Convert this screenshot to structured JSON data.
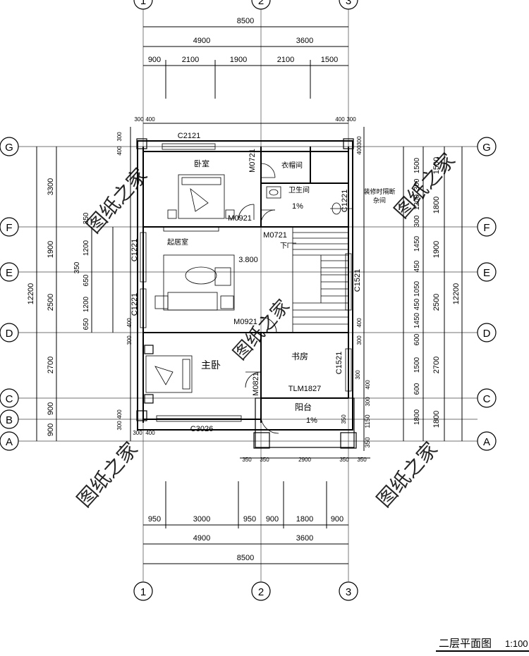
{
  "title": "二层平面图",
  "scale": "1:100",
  "watermark": "图纸之家",
  "grid_axes": {
    "vertical": [
      "1",
      "2",
      "3"
    ],
    "horizontal": [
      "G",
      "F",
      "E",
      "D",
      "C",
      "B",
      "A"
    ]
  },
  "dims_top": {
    "overall": "8500",
    "sub": [
      "4900",
      "3600"
    ],
    "detail": [
      "900",
      "2100",
      "1900",
      "2100",
      "1500"
    ],
    "small_left": [
      "300",
      "400"
    ],
    "small_right": [
      "400",
      "300"
    ]
  },
  "dims_bottom": {
    "overall": "8500",
    "sub": [
      "4900",
      "3600"
    ],
    "detail": [
      "950",
      "3000",
      "950",
      "900",
      "1800",
      "900"
    ],
    "balcony": [
      "350",
      "350",
      "2900",
      "350",
      "350"
    ],
    "small_left": [
      "300",
      "400"
    ]
  },
  "dims_left": {
    "overall": "12200",
    "sub": [
      "3300",
      "1900",
      "2500",
      "2700",
      "900",
      "900"
    ],
    "detail": [
      "350",
      "1200",
      "350",
      "650",
      "1200",
      "650"
    ],
    "small": [
      "300",
      "400",
      "400",
      "300",
      "300",
      "400"
    ]
  },
  "dims_right": {
    "overall": "12200",
    "sub": [
      "1500",
      "1800",
      "1900",
      "2500",
      "2700",
      "1800"
    ],
    "detail": [
      "1500",
      "300",
      "1200",
      "300",
      "1450",
      "450",
      "1050",
      "450",
      "1450",
      "600",
      "1500",
      "600",
      "1800",
      "1150",
      "350"
    ],
    "small": [
      "400",
      "300",
      "400",
      "300",
      "400",
      "300",
      "300",
      "350"
    ]
  },
  "rooms": {
    "bedroom": "卧室",
    "wardrobe": "衣帽间",
    "bathroom": "卫生间",
    "storage": "装修时隔断\n杂间",
    "living": "起居室",
    "master": "主卧",
    "study": "书房",
    "balcony": "阳台"
  },
  "labels": {
    "window_top": "C2121",
    "window_bottom": "C3026",
    "door_m0721_a": "M0721",
    "door_m0721_b": "M0721",
    "door_m0921_a": "M0921",
    "door_m0921_b": "M0921",
    "door_m0821": "M0821",
    "door_tlm": "TLM1827",
    "window_c1221_a": "C1221",
    "window_c1221_b": "C1221",
    "window_c1221_c": "C1221",
    "window_c1521_a": "C1521",
    "window_c1521_b": "C1521",
    "elevation": "3.800",
    "down": "下",
    "slope_bath": "1%",
    "slope_balcony": "1%"
  }
}
